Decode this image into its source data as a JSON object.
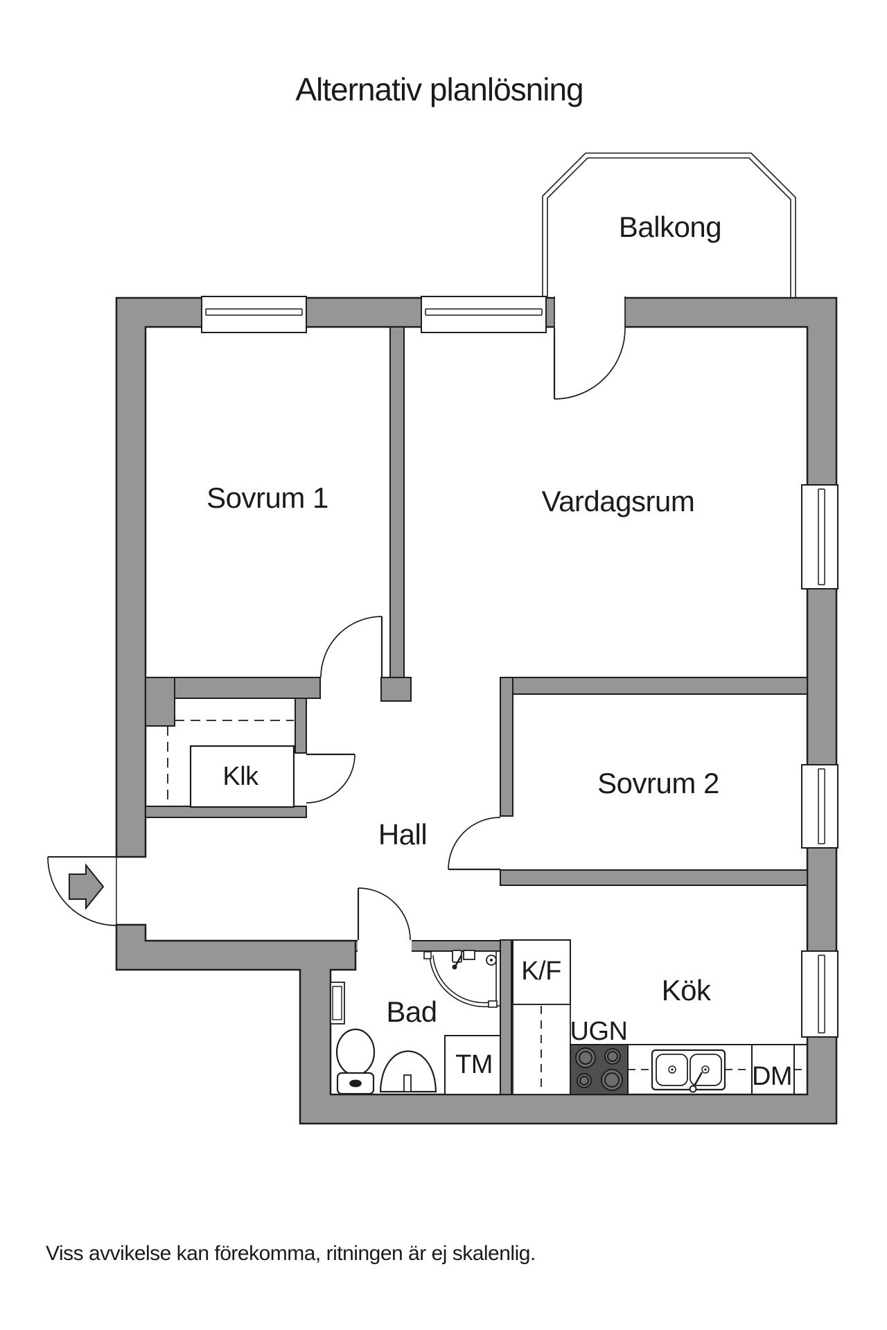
{
  "title": "Alternativ planlösning",
  "footer": "Viss avvikelse kan förekomma, ritningen är ej skalenlig.",
  "colors": {
    "wall": "#969696",
    "outline": "#1d1d1d",
    "stove": "#4f4f4f",
    "burner": "#6e6e6e",
    "text": "#1b1b1b",
    "background": "#ffffff"
  },
  "rooms": {
    "balcony": {
      "label": "Balkong"
    },
    "bedroom1": {
      "label": "Sovrum 1"
    },
    "living": {
      "label": "Vardagsrum"
    },
    "closet": {
      "label": "Klk"
    },
    "hall": {
      "label": "Hall"
    },
    "bedroom2": {
      "label": "Sovrum 2"
    },
    "bath": {
      "label": "Bad"
    },
    "kitchen": {
      "label": "Kök"
    }
  },
  "appliances": {
    "fridge_freezer": {
      "label": "K/F"
    },
    "oven": {
      "label": "UGN"
    },
    "washer": {
      "label": "TM"
    },
    "dishwasher": {
      "label": "DM"
    }
  }
}
